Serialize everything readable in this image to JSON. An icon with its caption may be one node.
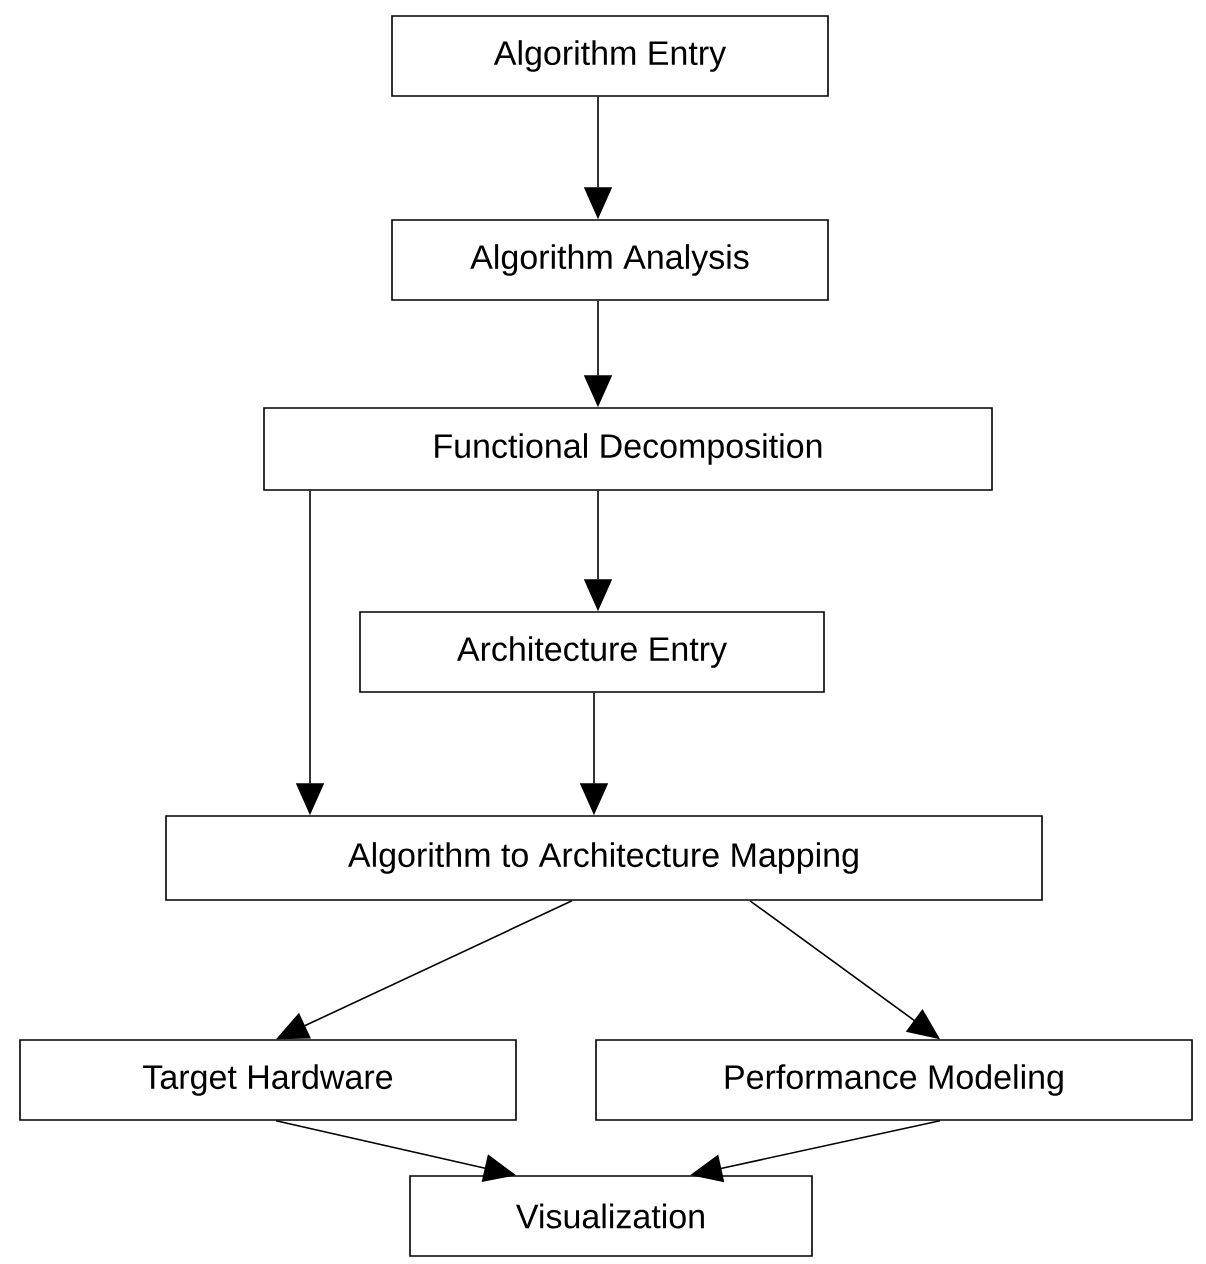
{
  "diagram": {
    "nodes": [
      {
        "text": [
          "Algorithm Entry"
        ]
      },
      {
        "text": [
          "Algorithm Analysis"
        ]
      },
      {
        "text": [
          "Functional Decomposition"
        ]
      },
      {
        "text": [
          "Architecture Entry"
        ]
      },
      {
        "text": [
          "Algorithm to Architecture Mapping"
        ]
      },
      {
        "text": [
          "Target Hardware"
        ]
      },
      {
        "text": [
          "Performance Modeling"
        ]
      },
      {
        "text": [
          "Visualization"
        ]
      }
    ],
    "edges": [
      {
        "from": 0,
        "to": 1,
        "arrow": "to"
      },
      {
        "from": 1,
        "to": 2,
        "arrow": "to"
      },
      {
        "from": 2,
        "to": 3,
        "arrow": "to"
      },
      {
        "from": 2,
        "to": 4,
        "arrow": "to"
      },
      {
        "from": 3,
        "to": 4,
        "arrow": "to"
      },
      {
        "from": 4,
        "to": 5,
        "arrow": "to"
      },
      {
        "from": 4,
        "to": 6,
        "arrow": "to"
      },
      {
        "from": 5,
        "to": 7,
        "arrow": "to"
      },
      {
        "from": 6,
        "to": 7,
        "arrow": "to"
      }
    ]
  }
}
